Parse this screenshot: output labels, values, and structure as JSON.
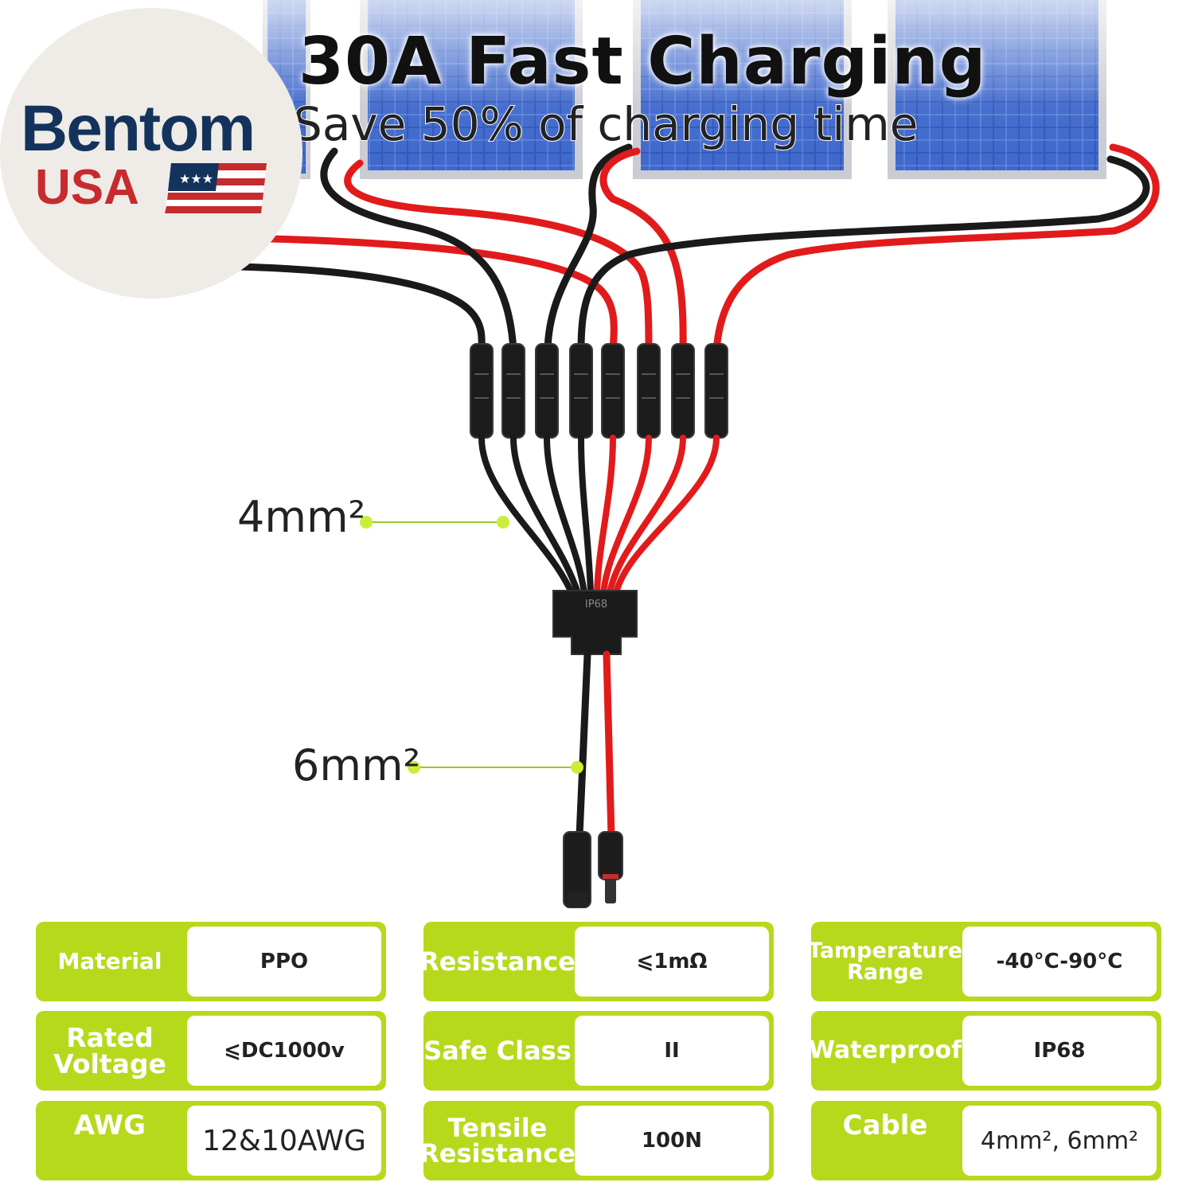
{
  "header": {
    "title": "30A Fast Charging",
    "subtitle": "Save 50% of charging time"
  },
  "logo": {
    "brand": "Bentom",
    "country": "USA",
    "icon": "us-flag-icon"
  },
  "diagram": {
    "connector_label": "IP68",
    "branch_cable_label": "4mm²",
    "trunk_cable_label": "6mm²"
  },
  "colors": {
    "accent_green": "#b7d91c",
    "cable_red": "#e11b1b",
    "cable_black": "#1a1a1a",
    "brand_blue": "#14335c",
    "brand_red": "#c62b2e"
  },
  "specs": {
    "col1": [
      {
        "label": "Material",
        "value": "PPO"
      },
      {
        "label": "Rated Voltage",
        "value": "⩽DC1000v"
      },
      {
        "label": "AWG",
        "value": "12&10AWG"
      }
    ],
    "col2": [
      {
        "label": "Resistance",
        "value": "⩽1mΩ"
      },
      {
        "label": "Safe Class",
        "value": "II"
      },
      {
        "label": "Tensile Resistance",
        "value": "100N"
      }
    ],
    "col3": [
      {
        "label": "Tamperature Range",
        "value": "-40°C-90°C"
      },
      {
        "label": "Waterproof",
        "value": "IP68"
      },
      {
        "label": "Cable",
        "value": "4mm², 6mm²"
      }
    ]
  }
}
